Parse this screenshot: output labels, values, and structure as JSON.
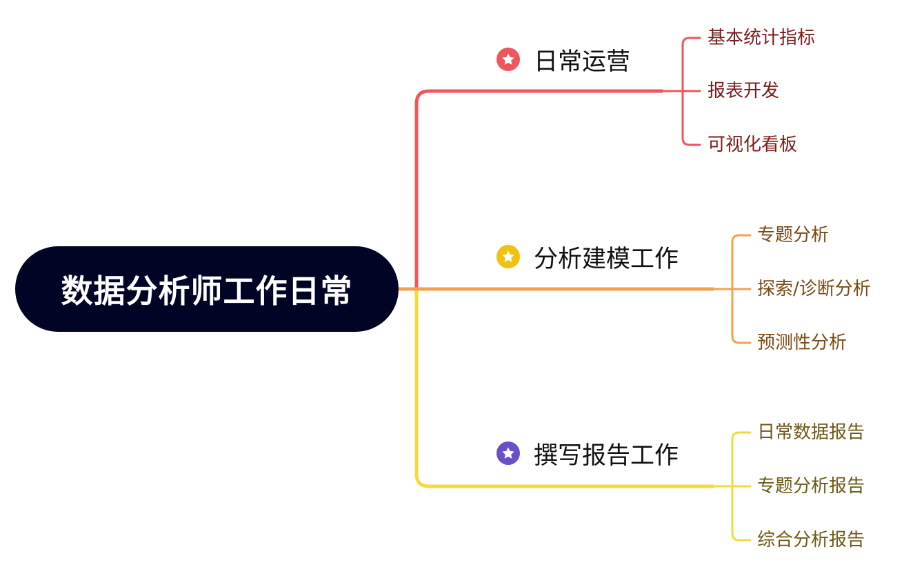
{
  "root": {
    "label": "数据分析师工作日常",
    "bg_color": "#020425",
    "text_color": "#ffffff"
  },
  "branches": [
    {
      "label": "日常运营",
      "icon": "star-icon",
      "icon_color": "#f0555c",
      "line_color": "#f0555c",
      "leaf_color": "#7a1c1c",
      "leaves": [
        "基本统计指标",
        "报表开发",
        "可视化看板"
      ]
    },
    {
      "label": "分析建模工作",
      "icon": "star-icon",
      "icon_color": "#eec20f",
      "line_color": "#f3a24f",
      "leaf_color": "#7a4a14",
      "leaves": [
        "专题分析",
        "探索/诊断分析",
        "预测性分析"
      ]
    },
    {
      "label": "撰写报告工作",
      "icon": "star-icon",
      "icon_color": "#6b4fc9",
      "line_color": "#f4d93a",
      "leaf_color": "#6b5a14",
      "leaves": [
        "日常数据报告",
        "专题分析报告",
        "综合分析报告"
      ]
    }
  ]
}
